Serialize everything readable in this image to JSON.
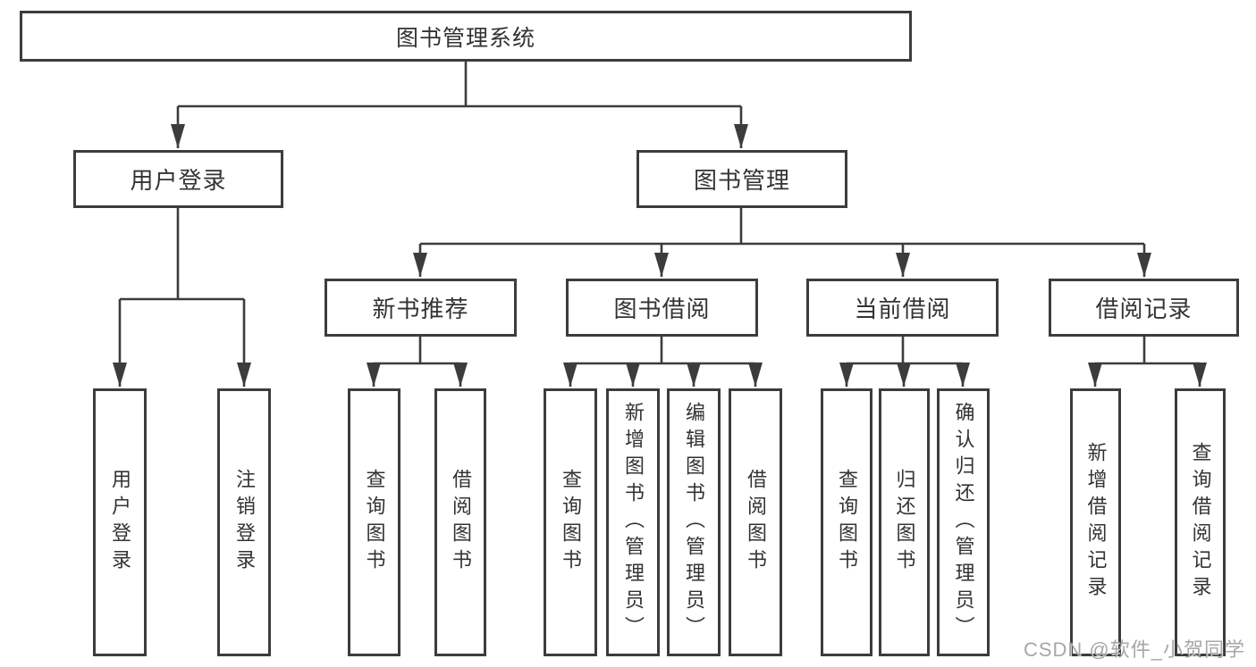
{
  "tree": {
    "label": "图书管理系统",
    "children": [
      {
        "label": "用户登录",
        "children": [
          {
            "label": "用户登录"
          },
          {
            "label": "注销登录"
          }
        ]
      },
      {
        "label": "图书管理",
        "children": [
          {
            "label": "新书推荐",
            "children": [
              {
                "label": "查询图书"
              },
              {
                "label": "借阅图书"
              }
            ]
          },
          {
            "label": "图书借阅",
            "children": [
              {
                "label": "查询图书"
              },
              {
                "label": "新增图书（管理员）"
              },
              {
                "label": "编辑图书（管理员）"
              },
              {
                "label": "借阅图书"
              }
            ]
          },
          {
            "label": "当前借阅",
            "children": [
              {
                "label": "查询图书"
              },
              {
                "label": "归还图书"
              },
              {
                "label": "确认归还（管理员）"
              }
            ]
          },
          {
            "label": "借阅记录",
            "children": [
              {
                "label": "新增借阅记录"
              },
              {
                "label": "查询借阅记录"
              }
            ]
          }
        ]
      }
    ]
  },
  "watermark": {
    "text": "CSDN @软件_小贺同学"
  },
  "colors": {
    "line": "#3c3c3c",
    "box_border": "#3c3c3c",
    "text": "#333333",
    "background": "#ffffff",
    "watermark": "#9b9b9b"
  }
}
